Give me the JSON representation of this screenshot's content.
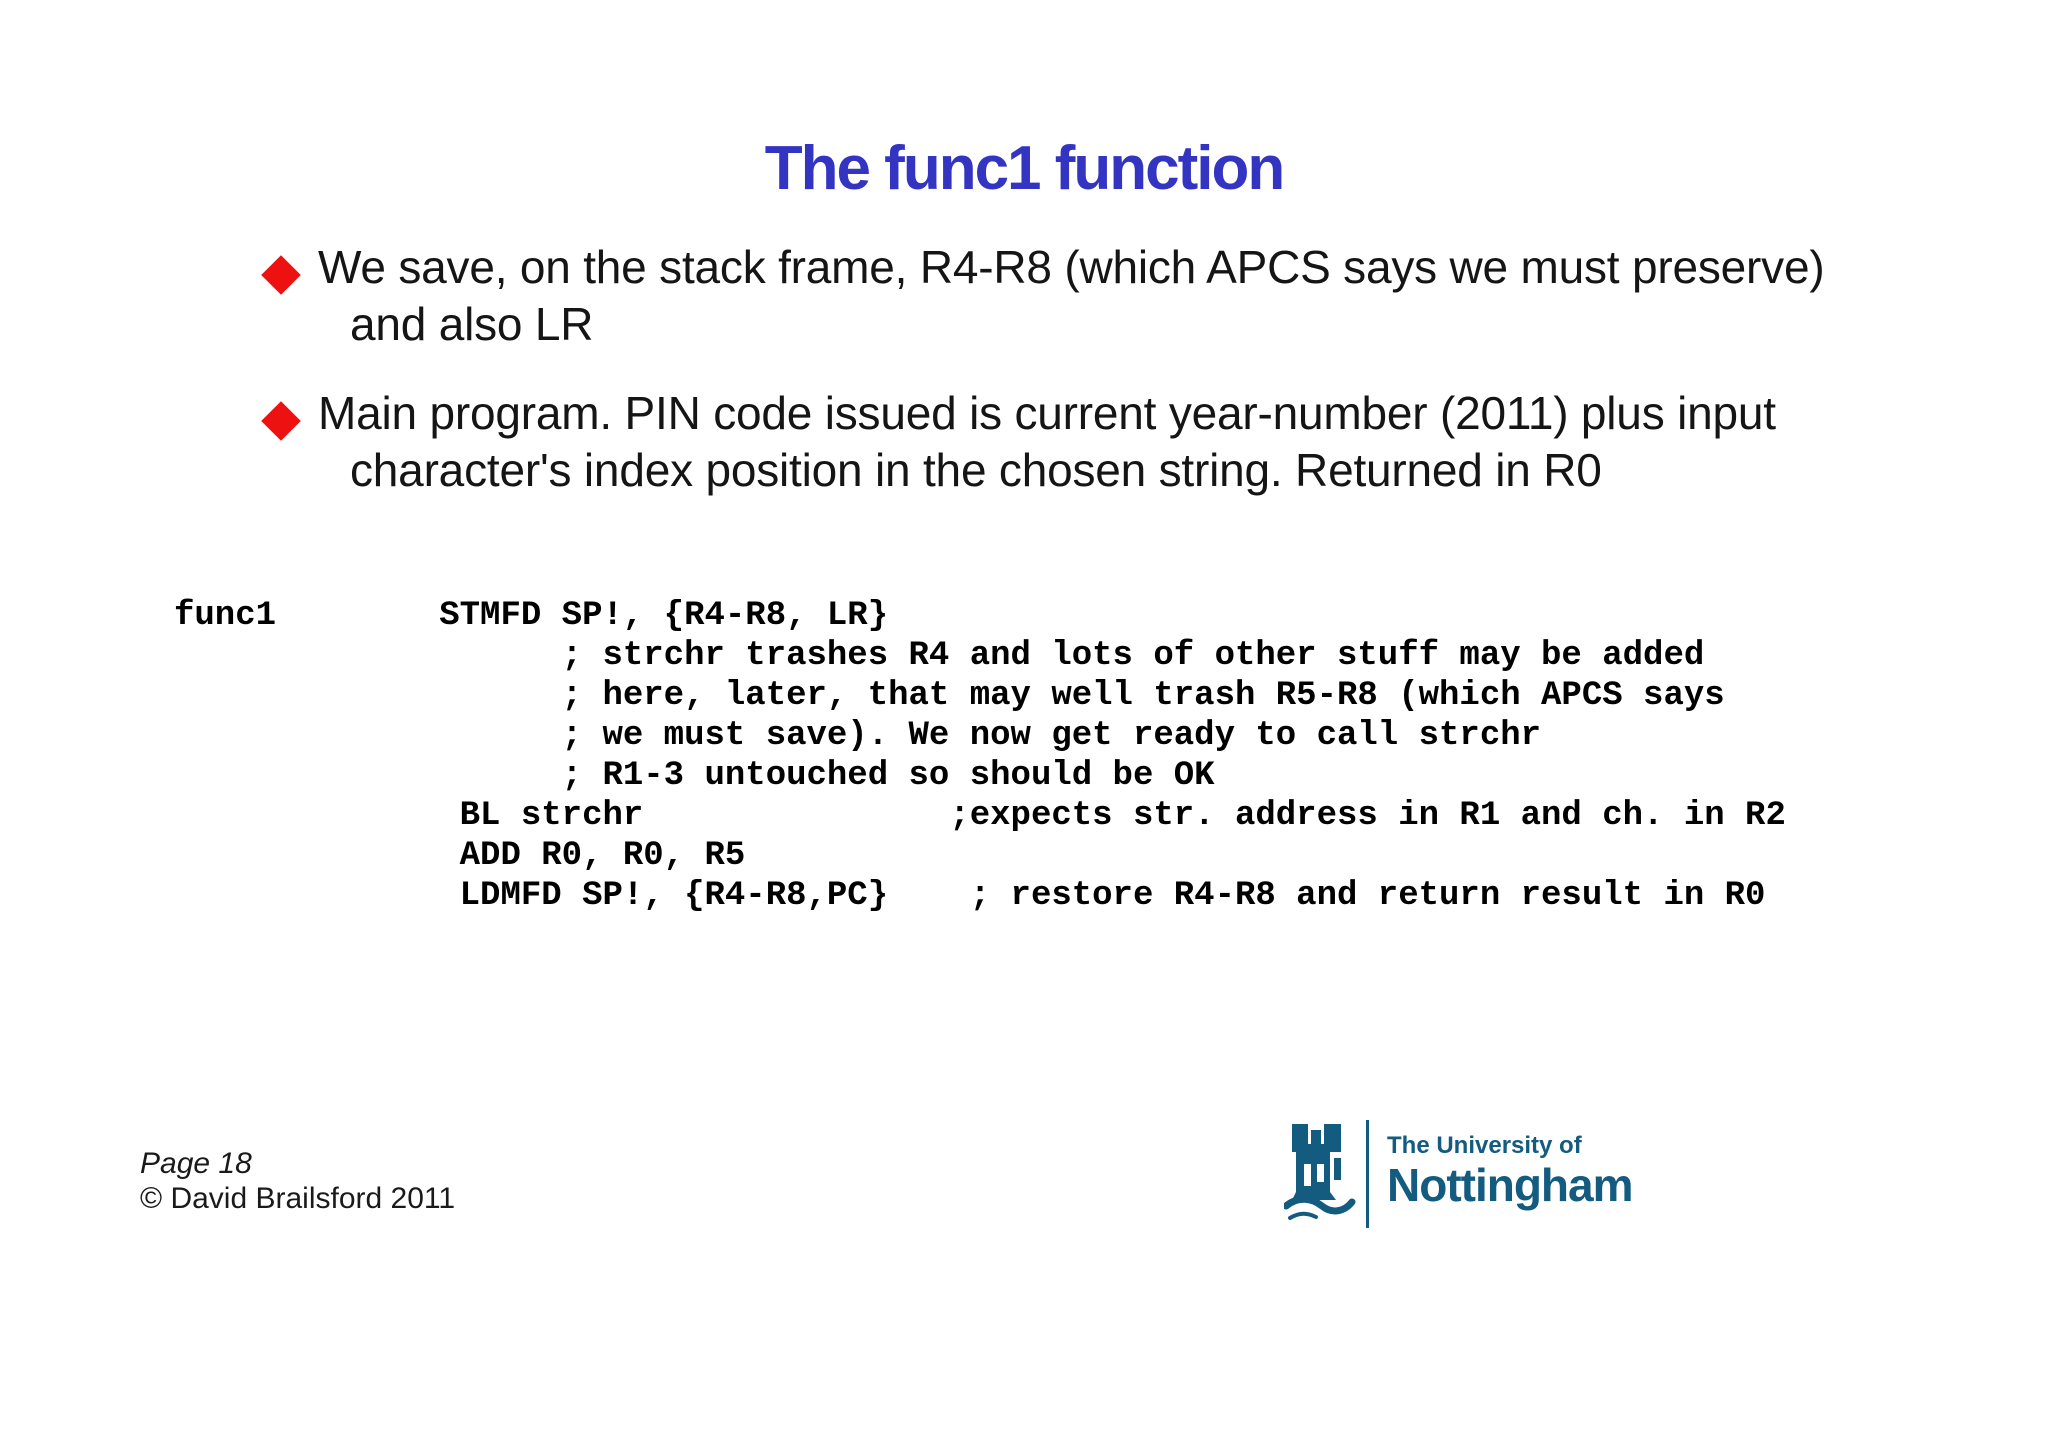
{
  "slide": {
    "title": "The func1 function",
    "bullets": [
      {
        "line1": "We save, on the stack frame, R4-R8 (which APCS says we must preserve)",
        "line2": "and also LR"
      },
      {
        "line1": "Main program. PIN code issued is current year-number (2011) plus input",
        "line2": "character's index position in the chosen string. Returned in R0"
      }
    ],
    "code": "func1        STMFD SP!, {R4-R8, LR}\n                   ; strchr trashes R4 and lots of other stuff may be added\n                   ; here, later, that may well trash R5-R8 (which APCS says\n                   ; we must save). We now get ready to call strchr\n                   ; R1-3 untouched so should be OK\n              BL strchr               ;expects str. address in R1 and ch. in R2\n              ADD R0, R0, R5\n              LDMFD SP!, {R4-R8,PC}    ; restore R4-R8 and return result in R0",
    "footer": {
      "page": "Page 18",
      "copyright": "© David Brailsford 2011"
    },
    "logo": {
      "line1": "The University of",
      "line2": "Nottingham"
    },
    "colors": {
      "title": "#3434c2",
      "bullet": "#ee1111",
      "logo": "#145b80",
      "text": "#151515"
    },
    "icons": {
      "bullet": "red-diamond",
      "logo_mark": "nottingham-castle"
    }
  }
}
